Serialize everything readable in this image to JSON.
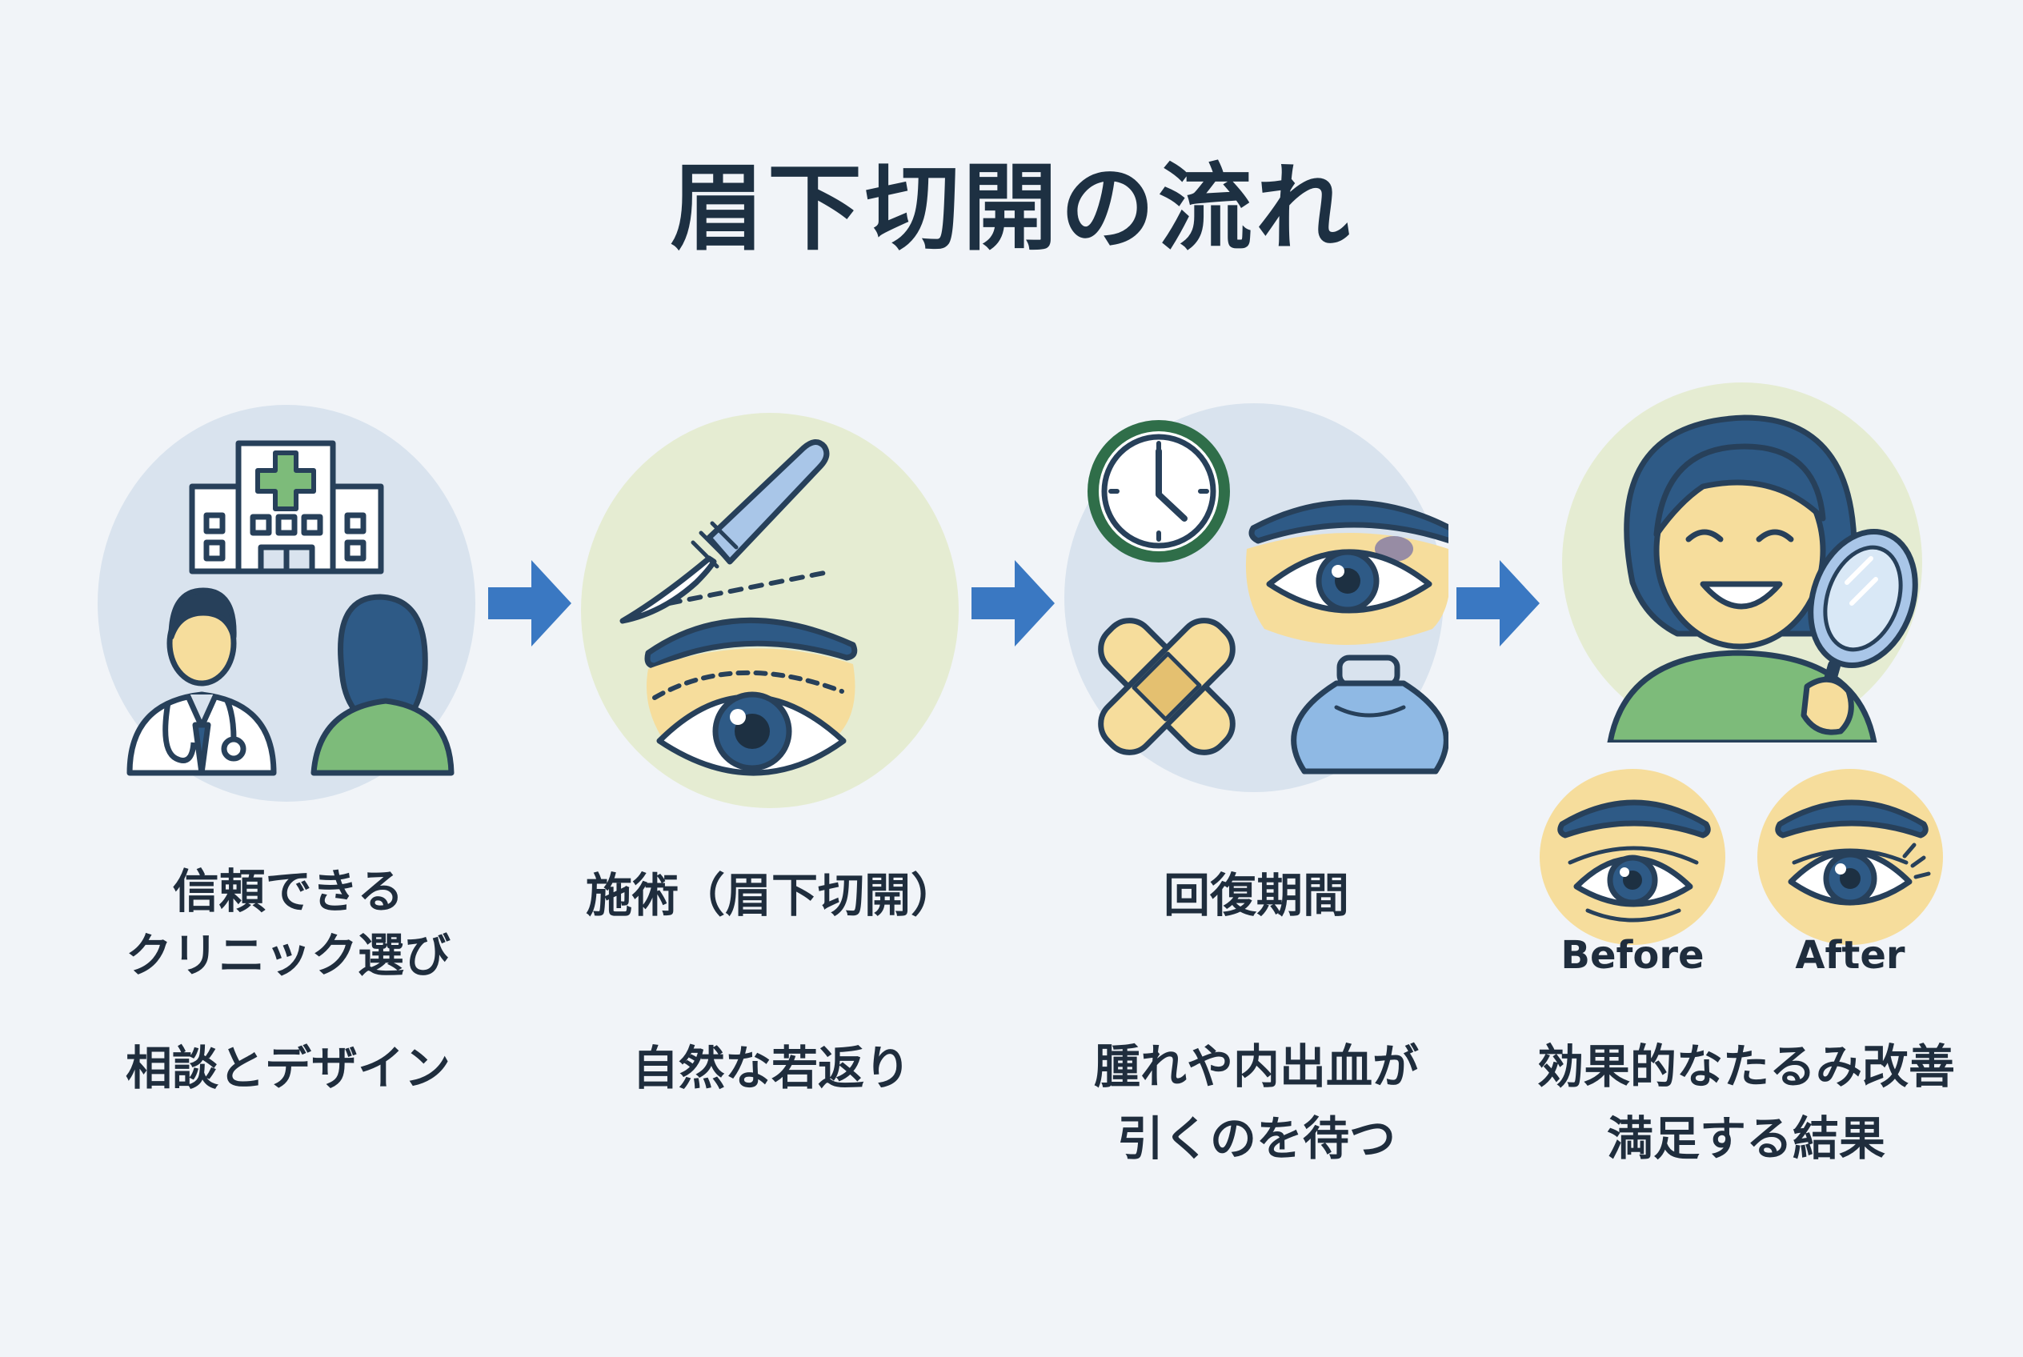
{
  "title": "眉下切開の流れ",
  "colors": {
    "background": "#f1f4f8",
    "circle_blue": "#d9e3ee",
    "circle_green": "#e5ecd2",
    "arrow": "#3a78c2",
    "outline": "#27405a",
    "skin": "#f6dd9c",
    "green": "#7dbb7a",
    "hair": "#2e5a86"
  },
  "steps": [
    {
      "icon": "hospital-consultation-icon",
      "heading": [
        "信頼できる",
        "クリニック選び"
      ],
      "description": [
        "相談とデザイン"
      ]
    },
    {
      "icon": "scalpel-eye-incision-icon",
      "heading": [
        "施術（眉下切開）"
      ],
      "description": [
        "自然な若返り"
      ]
    },
    {
      "icon": "recovery-icons",
      "heading": [
        "回復期間"
      ],
      "description": [
        "腫れや内出血が",
        "引くのを待つ"
      ]
    },
    {
      "icon": "satisfied-woman-mirror-icon",
      "comparison": {
        "before": "Before",
        "after": "After"
      },
      "description": [
        "効果的なたるみ改善",
        "満足する結果"
      ]
    }
  ]
}
